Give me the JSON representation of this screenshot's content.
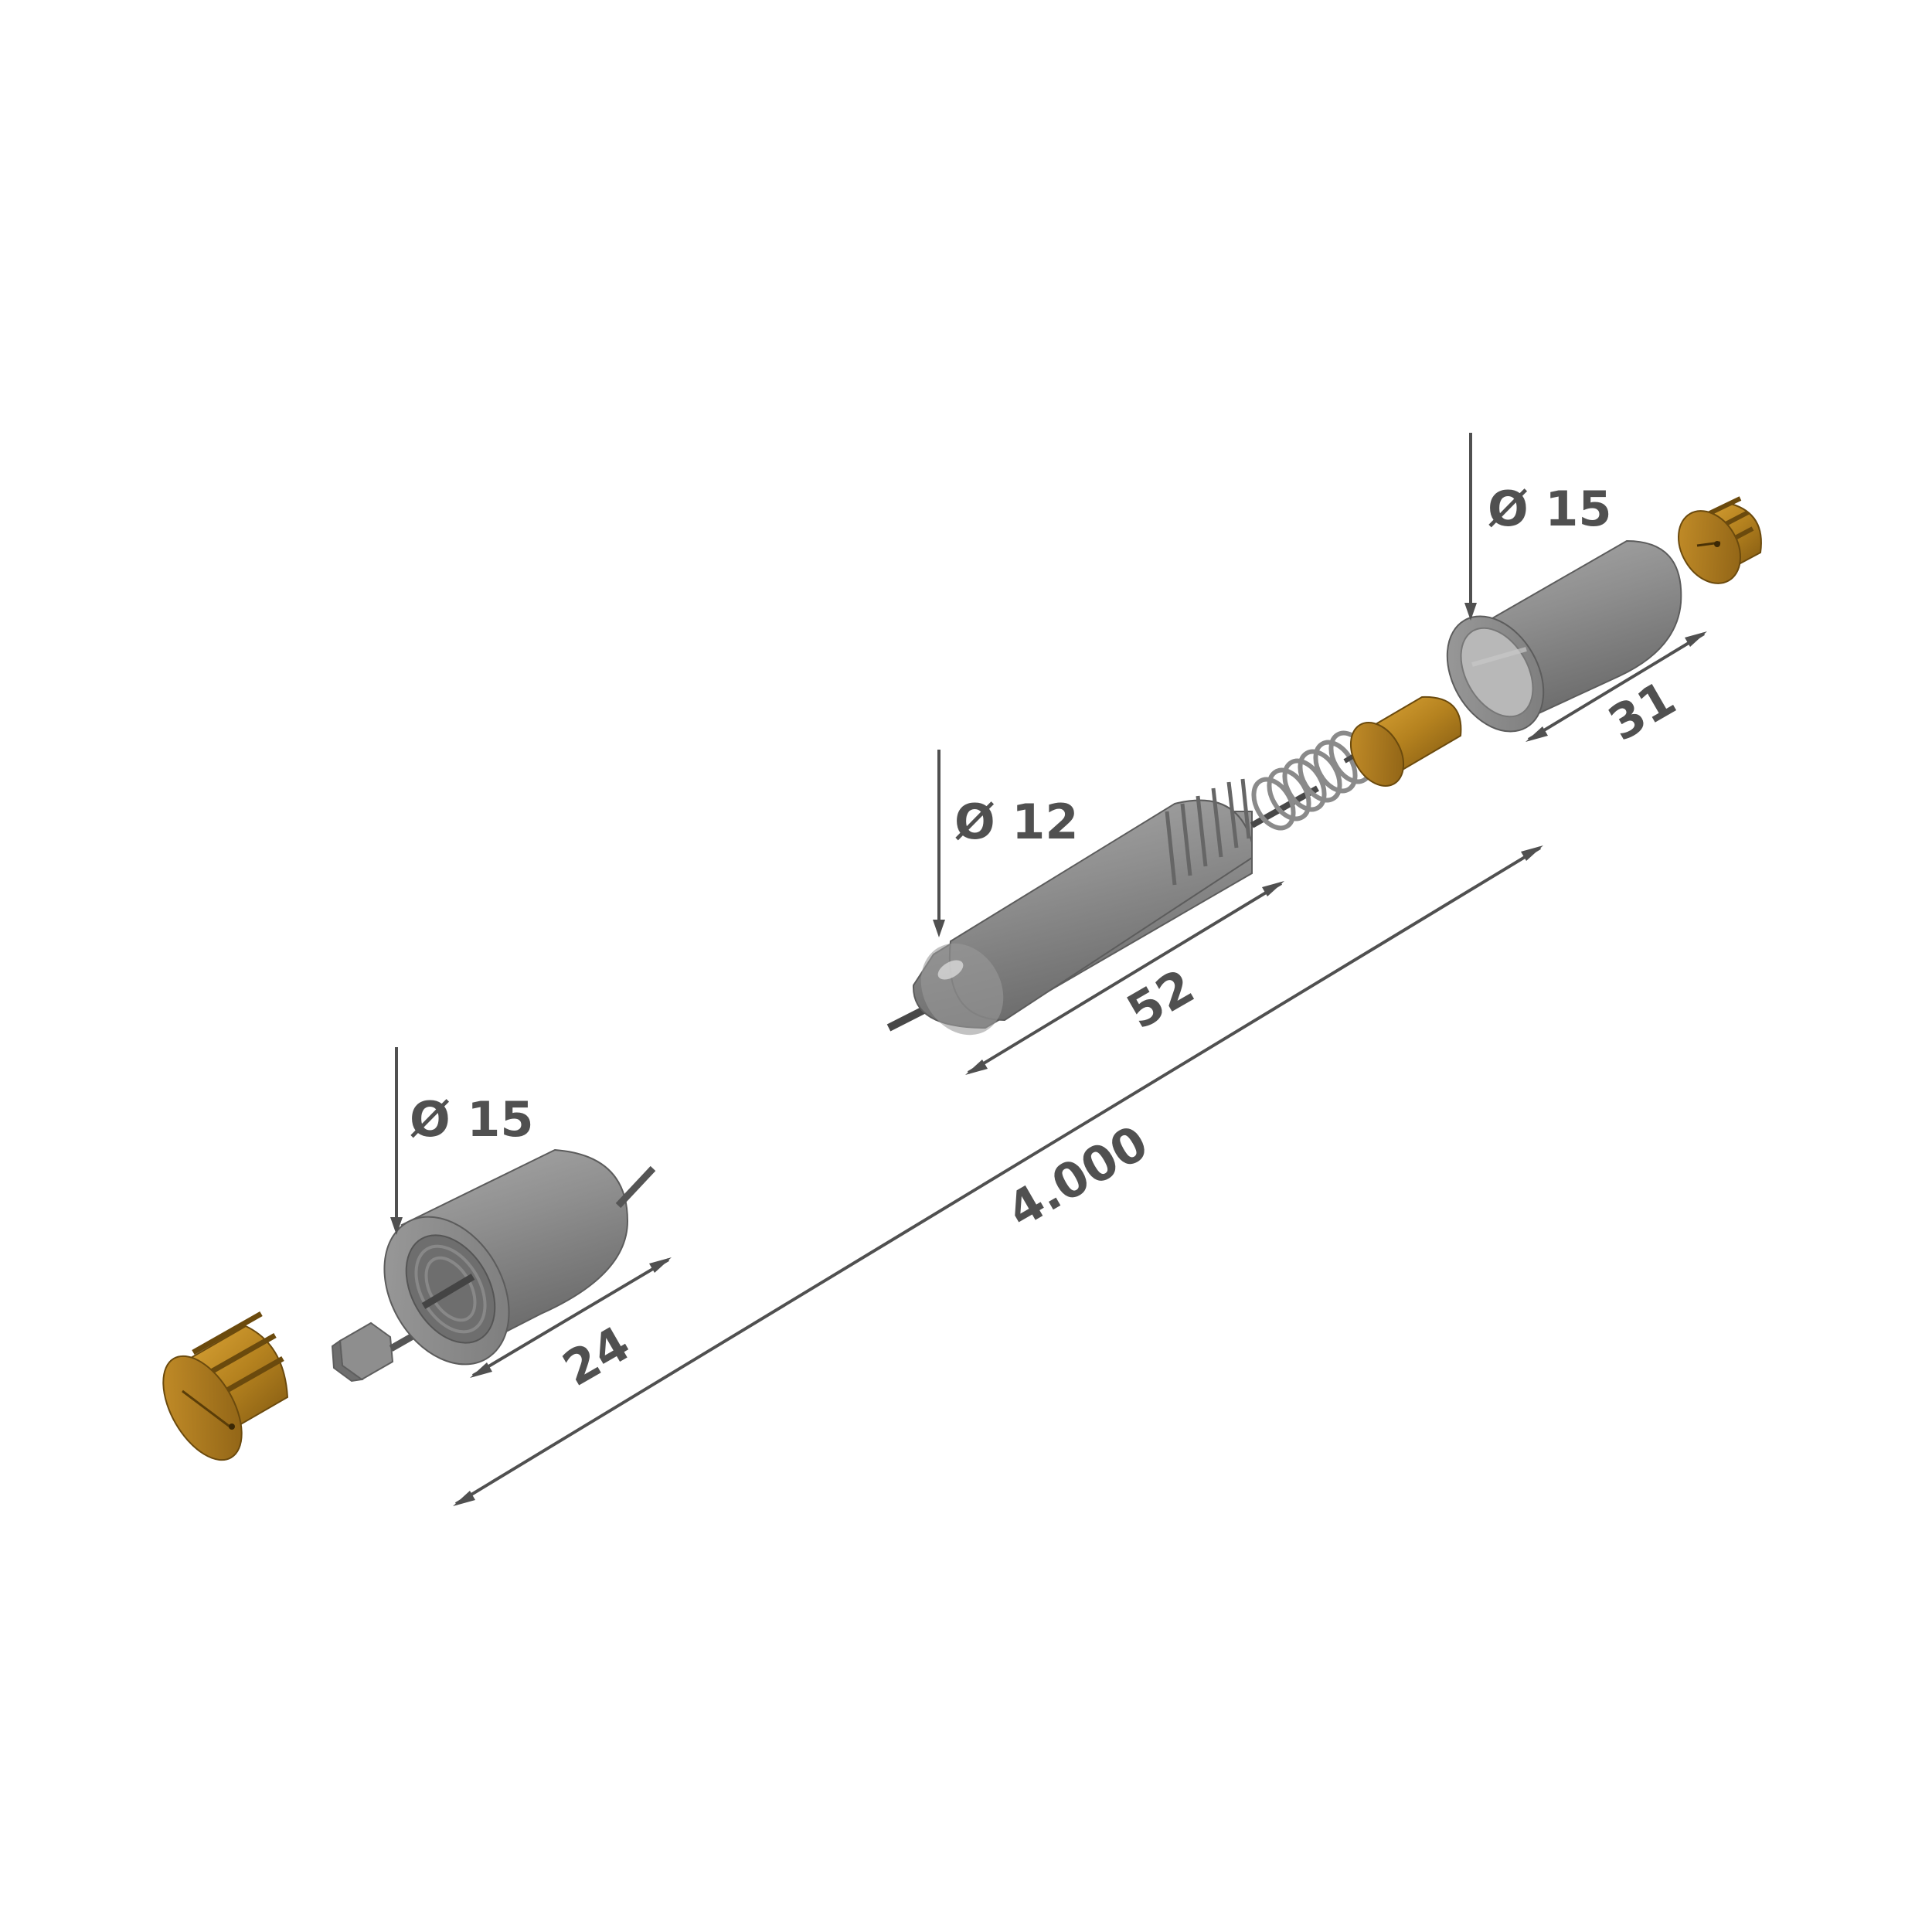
{
  "dimensions": {
    "left_diameter": "Ø 15",
    "left_length": "24",
    "center_diameter": "Ø 12",
    "center_length": "52",
    "overall_length": "4.000",
    "right_diameter": "Ø 15",
    "right_length": "31"
  },
  "colors": {
    "steel": "#8c8c8c",
    "brass": "#b5821f",
    "dimension": "#505050"
  }
}
